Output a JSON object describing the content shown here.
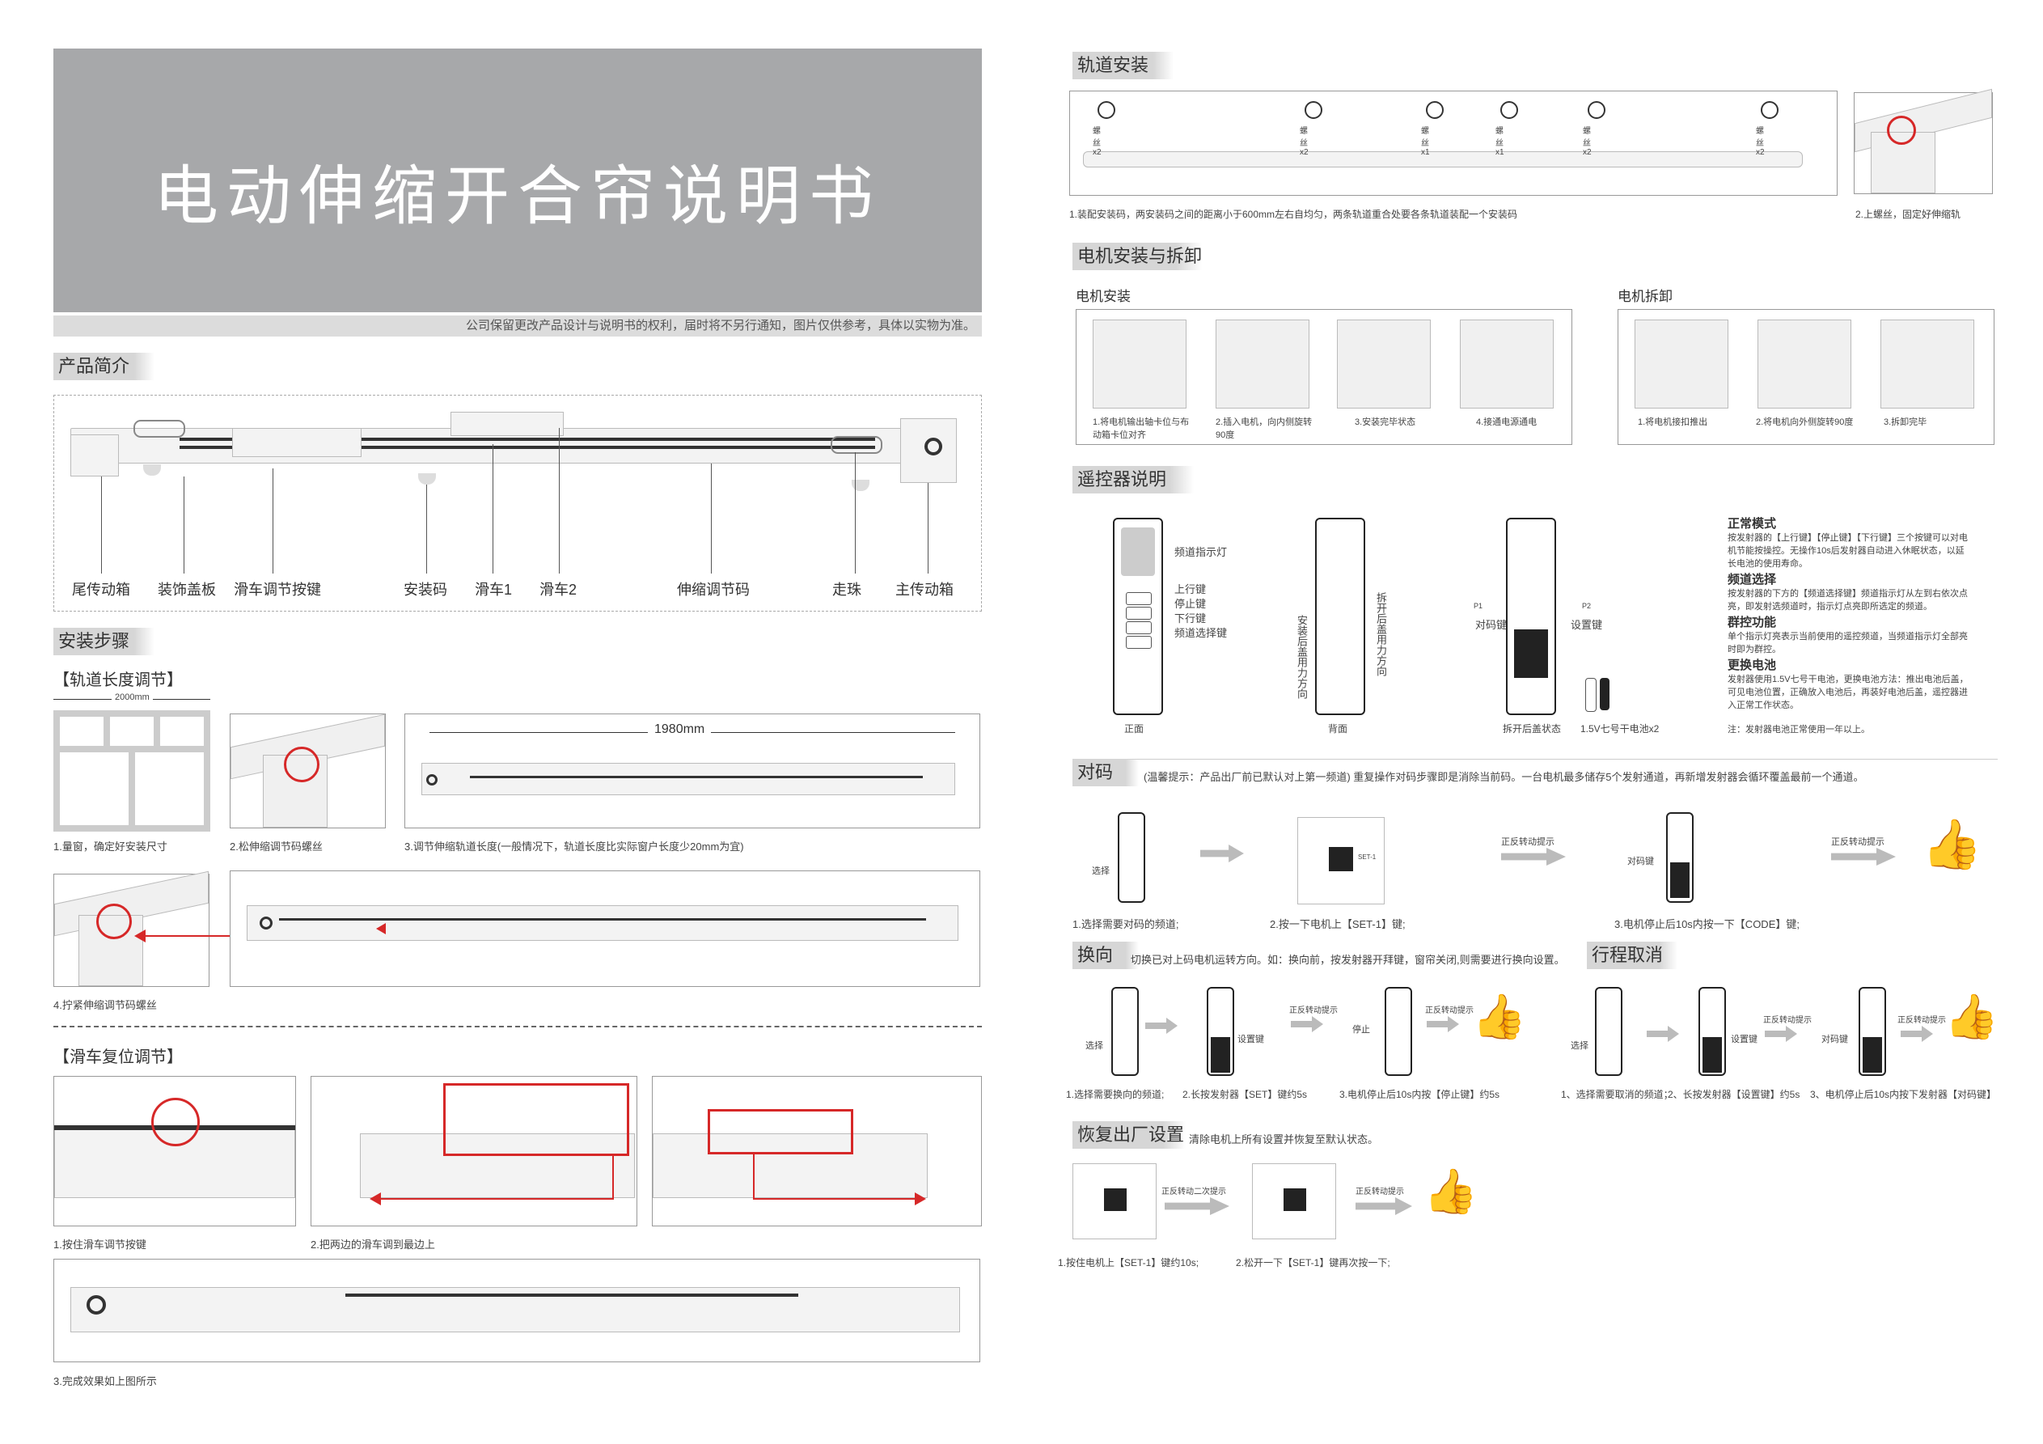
{
  "title": "电动伸缩开合帘说明书",
  "notice": "公司保留更改产品设计与说明书的权利，届时将不另行通知，图片仅供参考，具体以实物为准。",
  "sections": {
    "intro": "产品简介",
    "install_steps": "安装步骤",
    "track_length": "【轨道长度调节】",
    "trolley_reset": "【滑车复位调节】",
    "track_install": "轨道安装",
    "motor": "电机安装与拆卸",
    "remote": "遥控器说明",
    "pair": "对码",
    "reverse": "换向",
    "travel_cancel": "行程取消",
    "factory": "恢复出厂设置"
  },
  "parts": [
    "尾传动箱",
    "装饰盖板",
    "滑车调节按键",
    "安装码",
    "滑车1",
    "滑车2",
    "伸缩调节码",
    "走珠",
    "主传动箱"
  ],
  "track_length": {
    "dim1": "2000mm",
    "dim2": "1980mm",
    "cap1": "1.量窗，确定好安装尺寸",
    "cap2": "2.松伸缩调节码螺丝",
    "cap3": "3.调节伸缩轨道长度(一般情况下，轨道长度比实际窗户长度少20mm为宜)",
    "cap4": "4.拧紧伸缩调节码螺丝"
  },
  "trolley_reset": {
    "cap1": "1.按住滑车调节按键",
    "cap2": "2.把两边的滑车调到最边上",
    "cap3": "3.完成效果如上图所示"
  },
  "track_install": {
    "screws": [
      "螺丝x2",
      "螺丝x2",
      "螺丝x1",
      "螺丝x1",
      "螺丝x2",
      "螺丝x2"
    ],
    "cap1": "1.装配安装码，两安装码之间的距离小于600mm左右自均匀，两条轨道重合处要各条轨道装配一个安装码",
    "cap2": "2.上螺丝，固定好伸缩轨"
  },
  "motor": {
    "install_title": "电机安装",
    "remove_title": "电机拆卸",
    "install_caps": [
      "1.将电机输出轴卡位与布动箱卡位对齐",
      "2.插入电机，向内侧旋转90度",
      "3.安装完毕状态",
      "4.接通电源通电"
    ],
    "remove_caps": [
      "1.将电机接扣推出",
      "2.将电机向外侧旋转90度",
      "3.拆卸完毕"
    ]
  },
  "remote": {
    "keys": [
      "频道指示灯",
      "上行键",
      "停止键",
      "下行键",
      "频道选择键"
    ],
    "front": "正面",
    "back": "背面",
    "open_state": "拆开后盖状态",
    "battery": "1.5V七号干电池x2",
    "install_dir": "安装后盖用力方向",
    "open_dir": "拆开后盖用力方向",
    "p1": "P1",
    "p2": "P2",
    "code_key": "对码键",
    "set_key": "设置键",
    "modes": [
      {
        "h": "正常模式",
        "t": "按发射器的【上行键】【停止键】【下行键】三个按键可以对电机节能按操控。无操作10s后发射器自动进入休眠状态，以延长电池的使用寿命。"
      },
      {
        "h": "频道选择",
        "t": "按发射器的下方的【频道选择键】频道指示灯从左到右依次点亮，即发射选频道时，指示灯点亮即所选定的频道。"
      },
      {
        "h": "群控功能",
        "t": "单个指示灯亮表示当前使用的遥控频道，当频道指示灯全部亮时即为群控。"
      },
      {
        "h": "更换电池",
        "t": "发射器使用1.5V七号干电池，更换电池方法：推出电池后盖，可见电池位置，正确放入电池后，再装好电池后盖，遥控器进入正常工作状态。"
      }
    ],
    "note": "注：发射器电池正常使用一年以上。"
  },
  "pair": {
    "tip": "(温馨提示：产品出厂前已默认对上第一频道) 重复操作对码步骤即是消除当前码。一台电机最多储存5个发射通道，再新增发射器会循环覆盖最前一个通道。",
    "select": "选择",
    "hint": "正反转动提示",
    "code": "对码键",
    "cap1": "1.选择需要对码的频道;",
    "cap2": "2.按一下电机上【SET-1】键;",
    "cap3": "3.电机停止后10s内按一下【CODE】键;",
    "set1": "SET-1"
  },
  "reverse": {
    "tip": "切换已对上码电机运转方向。如：换向前，按发射器开拜键，窗帘关闭,则需要进行换向设置。",
    "select": "选择",
    "set": "设置键",
    "stop": "停止",
    "hint": "正反转动提示",
    "cap1": "1.选择需要换向的频道;",
    "cap2": "2.长按发射器【SET】键约5s",
    "cap3": "3.电机停止后10s内按【停止键】约5s"
  },
  "travel": {
    "select": "选择",
    "set": "设置键",
    "code": "对码键",
    "hint": "正反转动提示",
    "cap1": "1、选择需要取消的频道；",
    "cap2": "2、长按发射器【设置键】约5s",
    "cap3": "3、电机停止后10s内按下发射器【对码键】"
  },
  "factory": {
    "tip": "清除电机上所有设置并恢复至默认状态。",
    "hint1": "正反转动二次提示",
    "hint2": "正反转动提示",
    "cap1": "1.按住电机上【SET-1】键约10s;",
    "cap2": "2.松开一下【SET-1】键再次按一下;"
  }
}
